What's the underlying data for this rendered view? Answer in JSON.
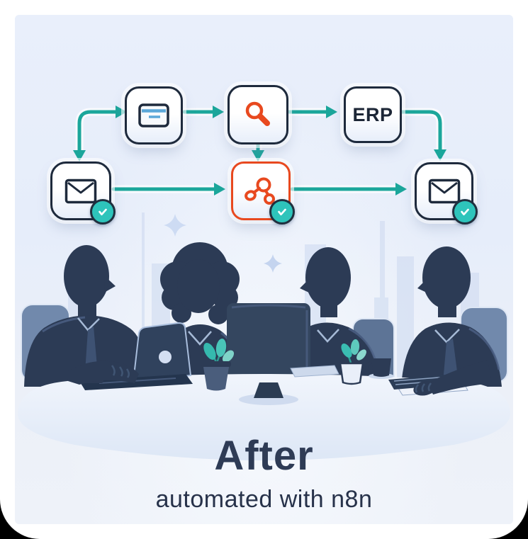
{
  "title_card": {
    "title": "After",
    "subtitle": "automated with n8n"
  },
  "flowchart": {
    "nodes": [
      {
        "name": "browser-node",
        "icon": "browser-window-icon",
        "label": ""
      },
      {
        "name": "search-node",
        "icon": "search-icon",
        "label": ""
      },
      {
        "name": "erp-node",
        "icon": "erp-text",
        "label": "ERP"
      },
      {
        "name": "email-node-left",
        "icon": "email-icon",
        "label": "",
        "badge": "check"
      },
      {
        "name": "workflow-node",
        "icon": "n8n-workflow-icon",
        "label": "",
        "badge": "check"
      },
      {
        "name": "email-node-right",
        "icon": "email-icon",
        "label": "",
        "badge": "check"
      }
    ]
  },
  "illustration": {
    "scene": "four-people-meeting-at-conference-table",
    "objects": [
      "laptop",
      "monitor",
      "plant-left",
      "plant-right",
      "mug",
      "keyboard",
      "document",
      "closed-laptop",
      "sparkle",
      "sparkle",
      "city-skyline",
      "office-chairs"
    ]
  },
  "colors": {
    "card": "#ffffff",
    "background_panel": "#e8eefa",
    "arrow_teal": "#1ba69b",
    "badge_teal": "#2ec4bb",
    "accent_orange": "#e8491f",
    "outline_navy": "#1e2a3c",
    "silhouette_navy": "#2c3b55",
    "blue_icon_stripe": "#5ba8d9",
    "title_text": "#2e3b55"
  }
}
